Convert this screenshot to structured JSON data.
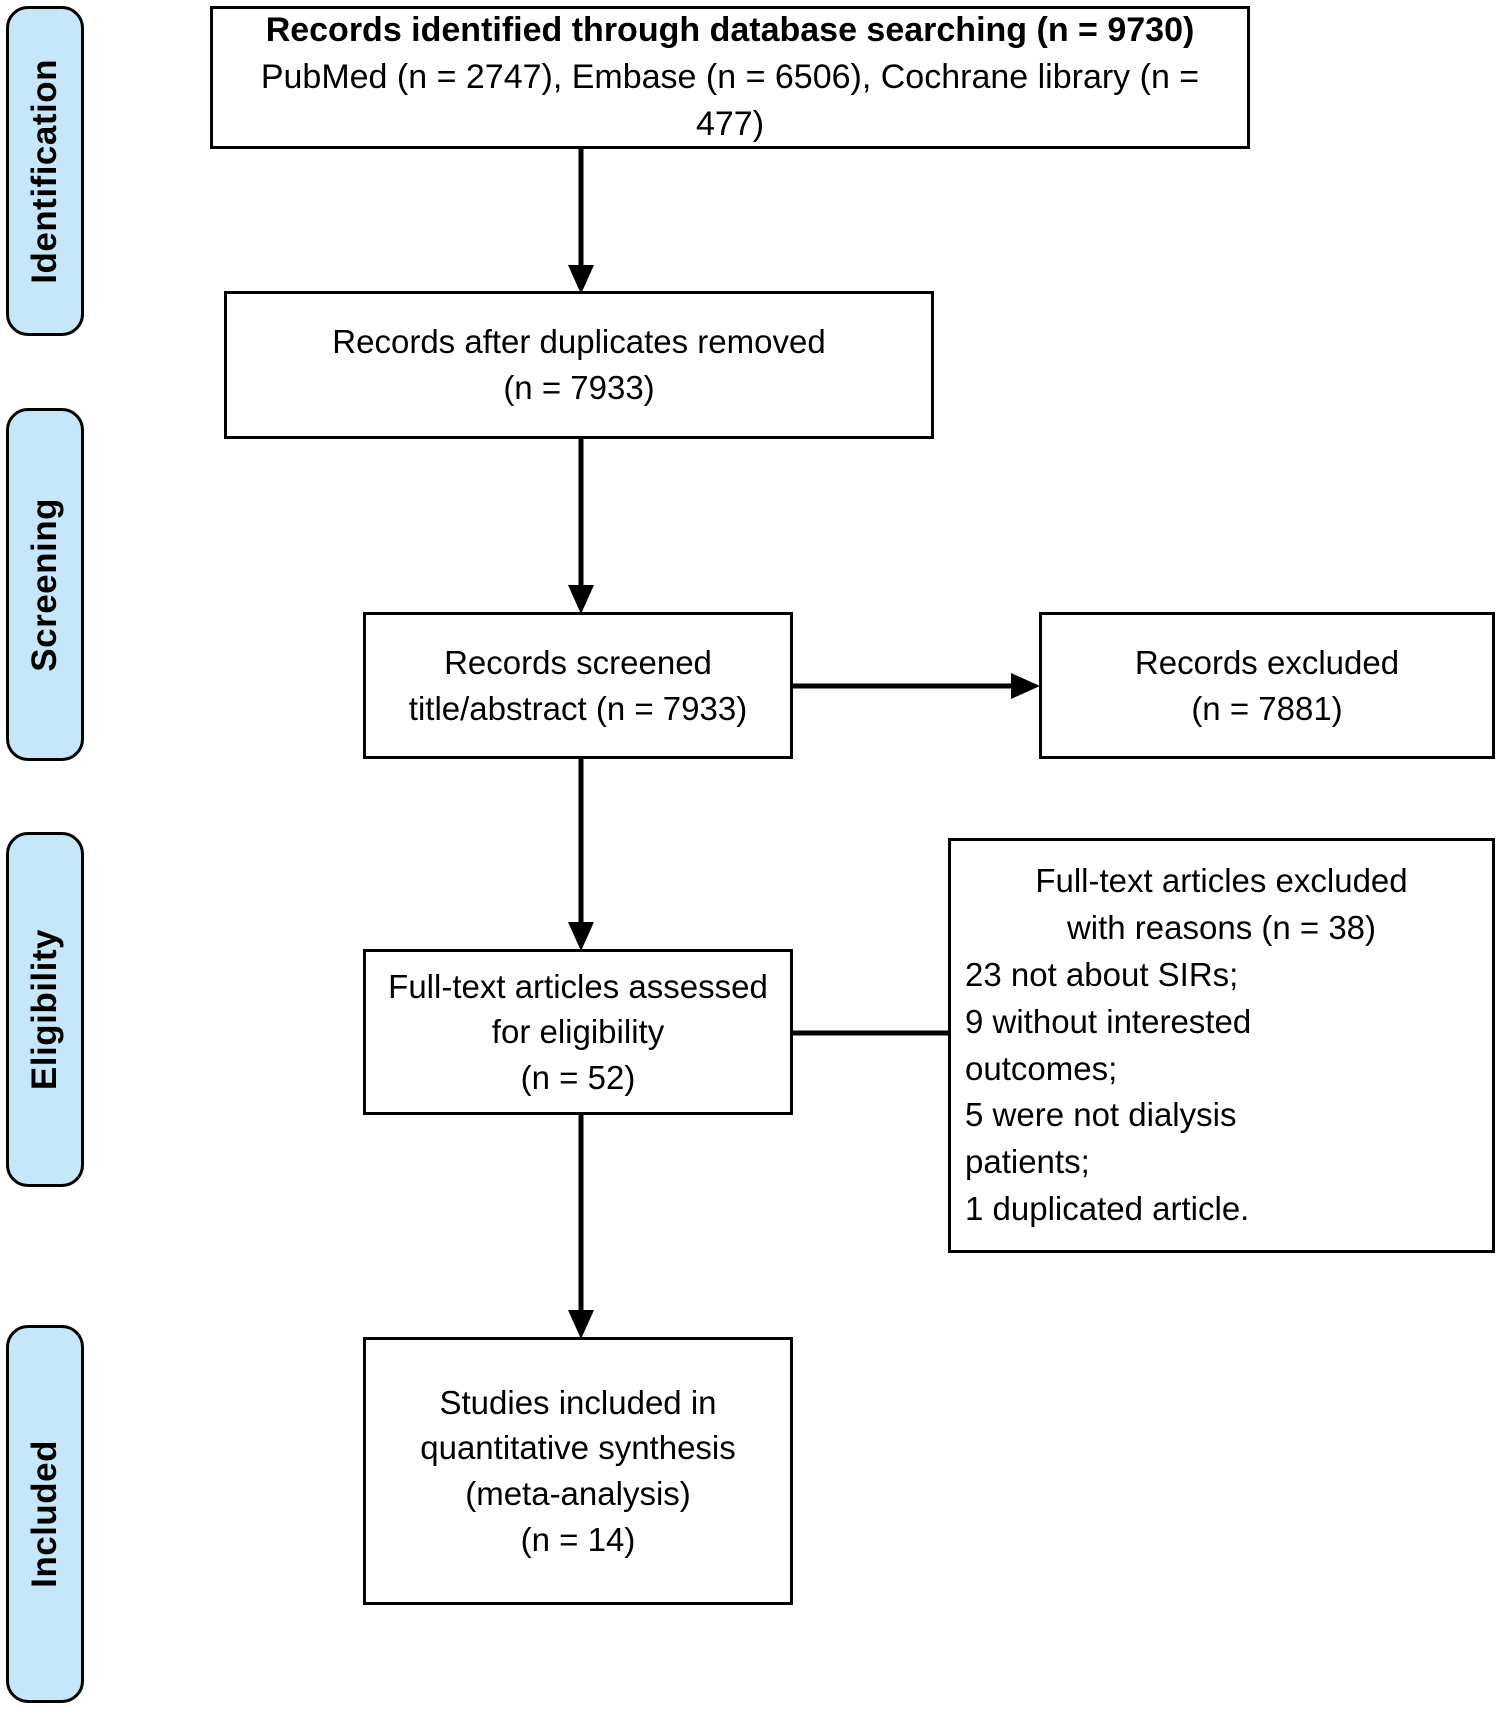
{
  "diagram": {
    "title": "PRISMA study selection flow diagram",
    "accent_blue": "#c5e7f9",
    "border_color": "#000000",
    "background": "#ffffff"
  },
  "stages": [
    {
      "label": "Identification"
    },
    {
      "label": "Screening"
    },
    {
      "label": "Eligibility"
    },
    {
      "label": "Included"
    }
  ],
  "boxes": {
    "identified": {
      "line1": "Records identified through database searching (n = 9730)",
      "line2": "PubMed (n = 2747), Embase (n = 6506), Cochrane library (n = 477)"
    },
    "duplicates_removed": {
      "line1": "Records after duplicates removed",
      "line2": "(n = 7933)"
    },
    "screened": {
      "line1": "Records screened",
      "line2": "title/abstract (n = 7933)"
    },
    "records_excluded": {
      "line1": "Records excluded",
      "line2": "(n = 7881)"
    },
    "fulltext_assessed": {
      "line1": "Full-text articles assessed",
      "line2": "for eligibility",
      "line3": "(n = 52)"
    },
    "fulltext_excluded": {
      "line1": "Full-text articles excluded",
      "line2": "with reasons (n = 38)",
      "line3": "23 not about SIRs;",
      "line4": "9 without interested",
      "line5": "outcomes;",
      "line6": "5 were not dialysis",
      "line7": "patients;",
      "line8": "1 duplicated article."
    },
    "included": {
      "line1": "Studies included in",
      "line2": "quantitative synthesis",
      "line3": "(meta-analysis)",
      "line4": "(n = 14)"
    }
  },
  "connectors": [
    {
      "name": "identified-to-duplicates",
      "type": "vertical-arrow-down"
    },
    {
      "name": "duplicates-to-screened",
      "type": "vertical-arrow-down"
    },
    {
      "name": "screened-to-records-excluded",
      "type": "horizontal-arrow-right"
    },
    {
      "name": "screened-to-fulltext",
      "type": "vertical-arrow-down"
    },
    {
      "name": "fulltext-to-fulltext-excluded",
      "type": "horizontal-arrow-right"
    },
    {
      "name": "fulltext-to-included",
      "type": "vertical-arrow-down"
    }
  ]
}
